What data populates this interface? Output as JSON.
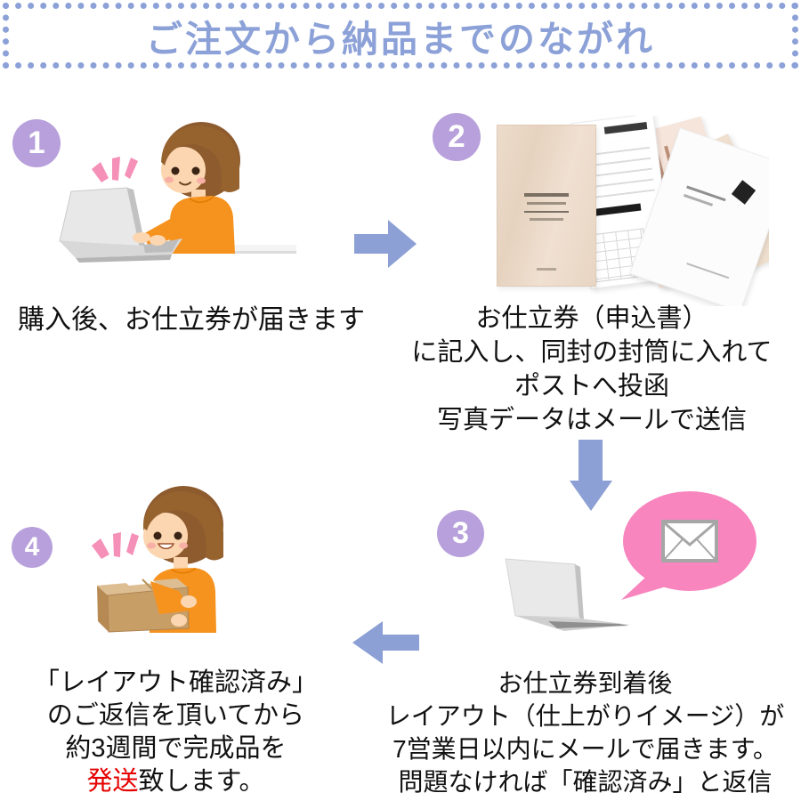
{
  "header": {
    "title": "ご注文から納品までのながれ"
  },
  "steps": {
    "step1": {
      "number": "1",
      "caption": [
        "購入後、お仕立券が届きます"
      ],
      "illustration": "woman-typing-on-laptop"
    },
    "step2": {
      "number": "2",
      "caption": [
        "お仕立券（申込書）",
        "に記入し、同封の封筒に入れて",
        "ポストへ投函",
        "写真データはメールで送信"
      ],
      "illustration": "photo-of-tailoring-ticket-and-application-forms"
    },
    "step3": {
      "number": "3",
      "caption": [
        "お仕立券到着後",
        "レイアウト（仕上がりイメージ）が",
        "7営業日以内にメールで届きます。",
        "問題なければ「確認済み」と返信"
      ],
      "illustration": "laptop-with-mail-speech-bubble"
    },
    "step4": {
      "number": "4",
      "caption": [
        "「レイアウト確認済み」",
        "のご返信を頂いてから",
        "約3週間で完成品を"
      ],
      "final_line": {
        "red": "発送",
        "rest": "致します。"
      },
      "illustration": "woman-receiving-parcel-box"
    }
  },
  "icons": {
    "flow_arrows": [
      "arrow-right-icon",
      "arrow-down-icon",
      "arrow-left-icon"
    ],
    "mail": "envelope-icon",
    "bubble": "speech-bubble"
  },
  "colors": {
    "accent_blue": "#8CA1D7",
    "step_circle_purple": "#B7A0DB",
    "bubble_pink": "#F885BE",
    "emphasis_pink": "#F590B8",
    "sweater_orange": "#F6921E",
    "emphasis_red": "#E60000",
    "text_black": "#111111"
  }
}
